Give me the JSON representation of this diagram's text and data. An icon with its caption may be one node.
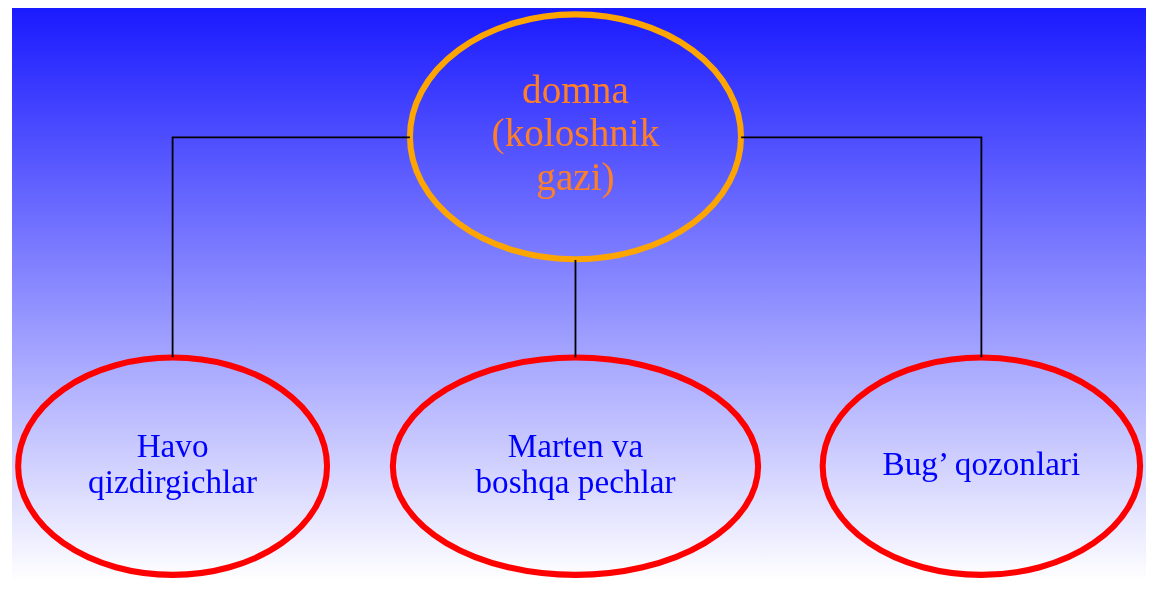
{
  "diagram": {
    "nodes": [
      {
        "text": [
          "domna (koloshnik gazi)"
        ]
      },
      {
        "text": [
          "Havo qizdirgichlar"
        ]
      },
      {
        "text": [
          "Marten va boshqa pechlar"
        ]
      },
      {
        "text": [
          "Bug’ qozonlari"
        ]
      }
    ],
    "edges": [
      {
        "from": 0,
        "to": 1,
        "arrow": "none"
      },
      {
        "from": 0,
        "to": 2,
        "arrow": "none"
      },
      {
        "from": 0,
        "to": 3,
        "arrow": "none"
      }
    ]
  }
}
